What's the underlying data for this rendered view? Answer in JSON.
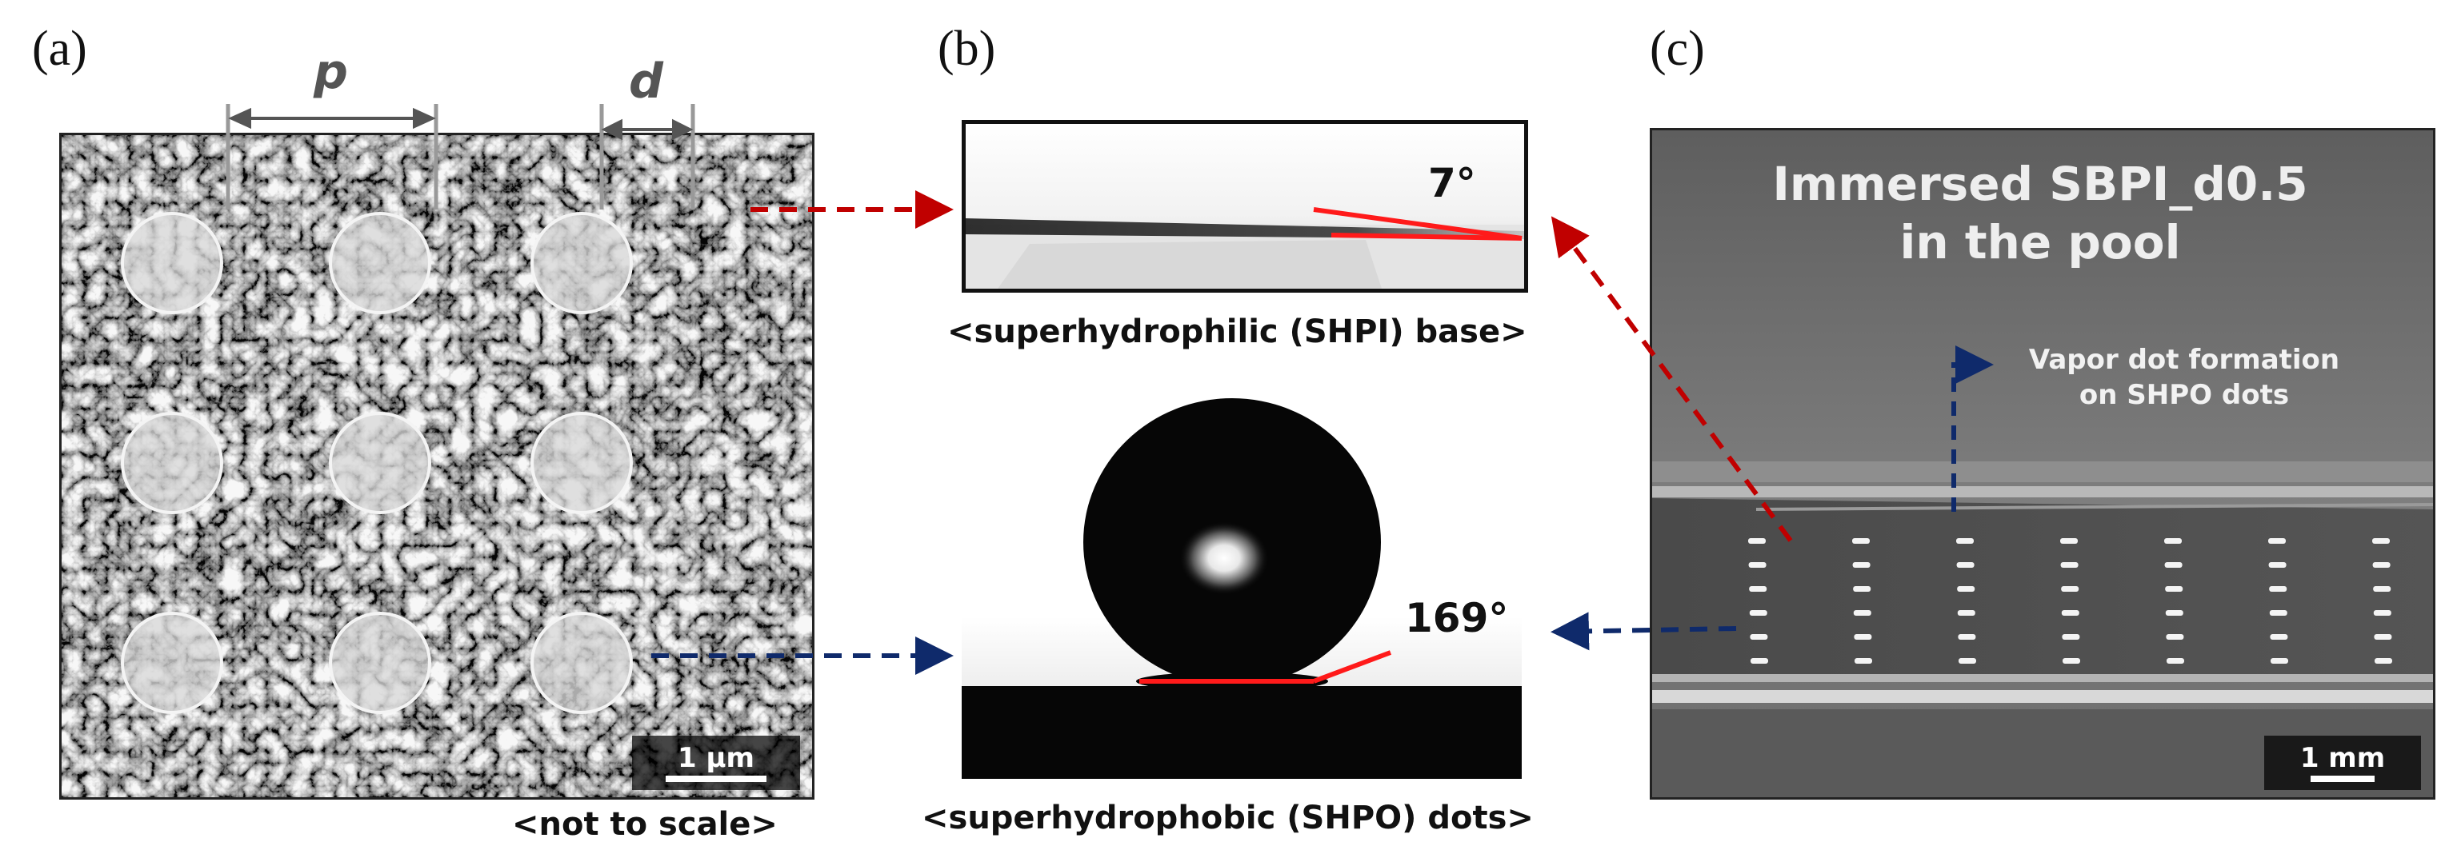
{
  "figure": {
    "panel_a": {
      "letter": "(a)",
      "pitch_label": "p",
      "diameter_label": "d",
      "scale_bar": "1 μm",
      "caption": "<not to scale>"
    },
    "panel_b": {
      "letter": "(b)",
      "top_angle": "7°",
      "top_caption": "<superhydrophilic (SHPI) base>",
      "bottom_angle": "169°",
      "bottom_caption": "<superhydrophobic (SHPO) dots>"
    },
    "panel_c": {
      "letter": "(c)",
      "title_line1": "Immersed SBPI_d0.5",
      "title_line2": "in the pool",
      "note_line1": "Vapor dot formation",
      "note_line2": "on SHPO dots",
      "scale_bar": "1 mm"
    },
    "colors": {
      "red_arrow": "#c00000",
      "blue_arrow": "#0f2a6b",
      "contact_line": "#ff1a1a"
    }
  }
}
